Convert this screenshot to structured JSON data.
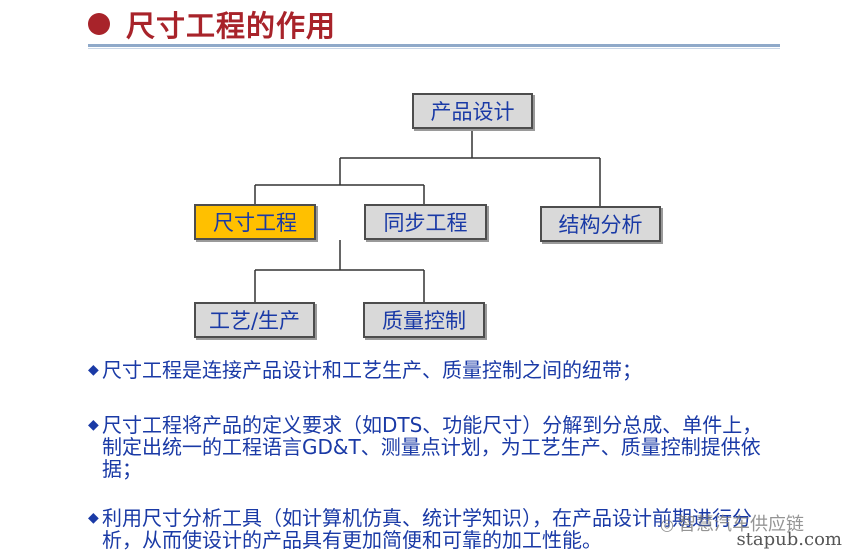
{
  "title": "尺寸工程的作用",
  "diagram": {
    "root": "产品设计",
    "level2": [
      "尺寸工程",
      "同步工程",
      "结构分析"
    ],
    "level3": [
      "工艺/生产",
      "质量控制"
    ],
    "highlight_color": "#ffc000",
    "node_fill": "#d9d9d9",
    "text_color": "#1a3aa6"
  },
  "bullets": [
    "尺寸工程是连接产品设计和工艺生产、质量控制之间的纽带；",
    "尺寸工程将产品的定义要求（如DTS、功能尺寸）分解到分总成、单件上，制定出统一的工程语言GD&T、测量点计划，为工艺生产、质量控制提供依据；",
    "利用尺寸分析工具（如计算机仿真、统计学知识），在产品设计前期进行分析，从而使设计的产品具有更加简便和可靠的加工性能。"
  ],
  "watermark": "智慧汽车供应链",
  "site": "stapub.com",
  "accent_color": "#a8232a"
}
